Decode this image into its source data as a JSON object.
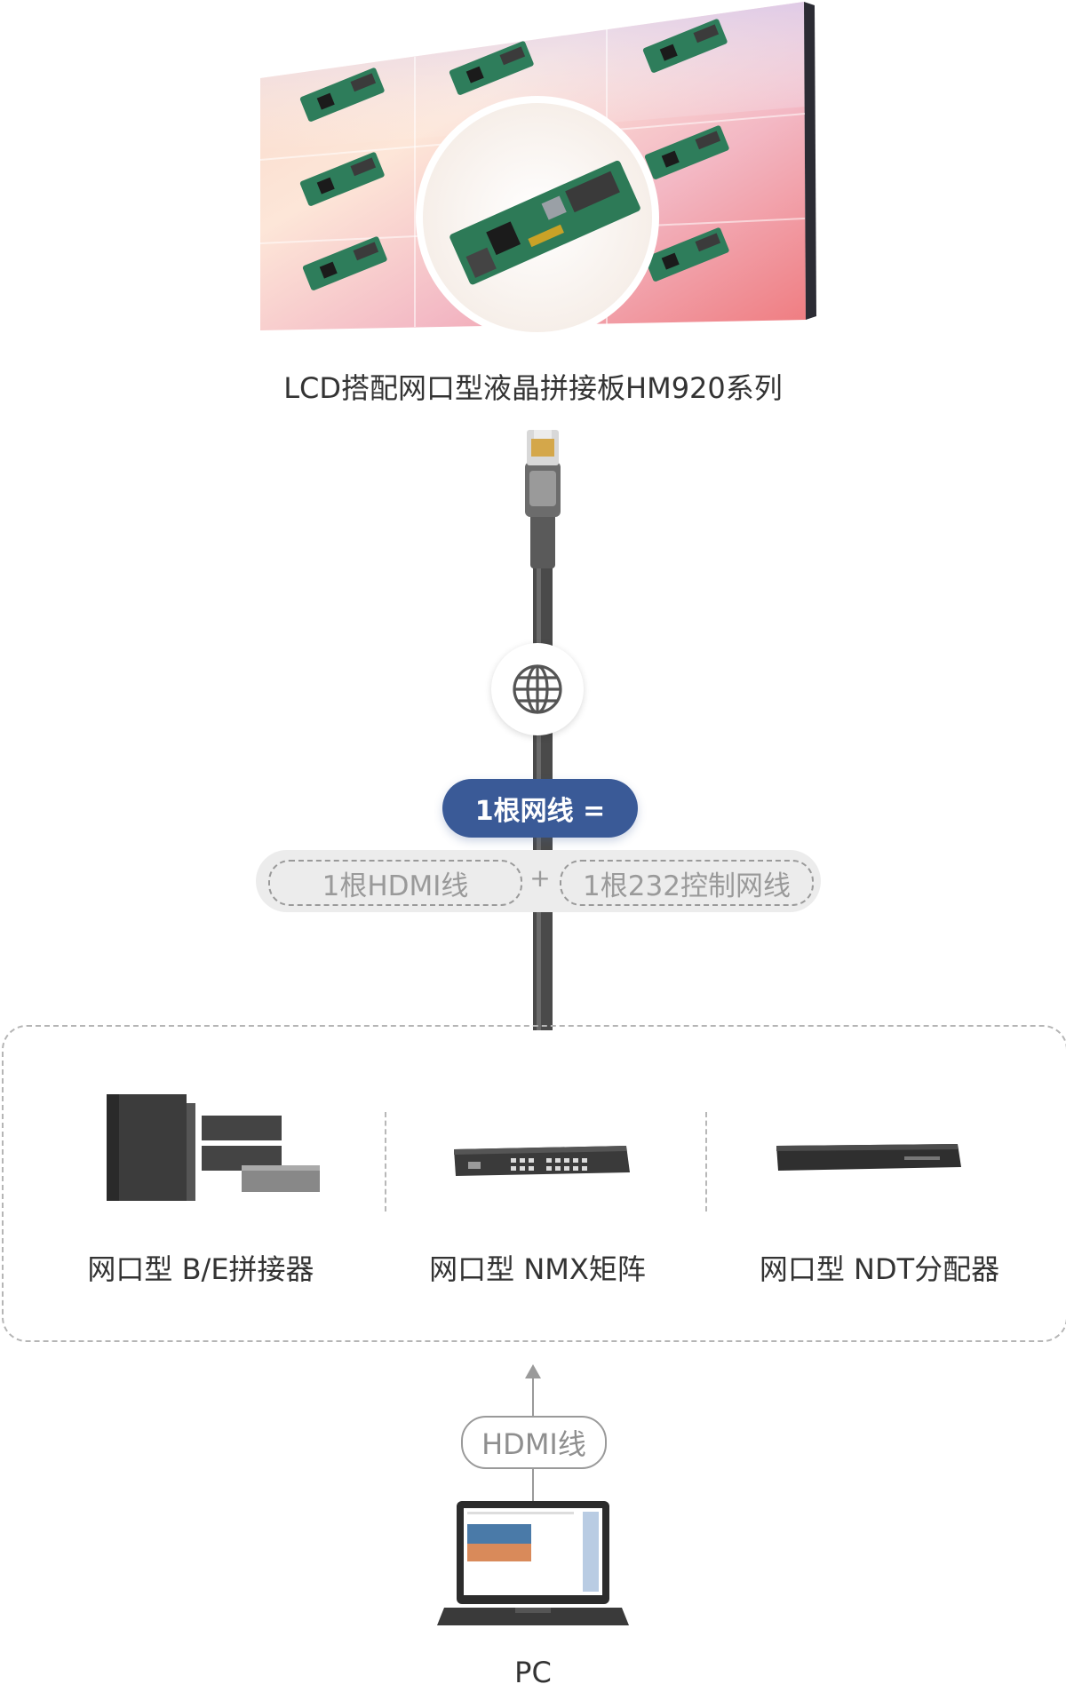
{
  "top": {
    "caption": "LCD搭配网口型液晶拼接板HM920系列"
  },
  "cable": {
    "icon": "globe-icon",
    "main_label": "1根网线 =",
    "equivalents": {
      "left": "1根HDMI线",
      "plus": "+",
      "right": "1根232控制网线"
    }
  },
  "devices": [
    {
      "label": "网口型 B/E拼接器",
      "icon": "splicer-device-image"
    },
    {
      "label": "网口型 NMX矩阵",
      "icon": "matrix-device-image"
    },
    {
      "label": "网口型 NDT分配器",
      "icon": "distributor-device-image"
    }
  ],
  "link": {
    "label": "HDMI线",
    "icon": "arrow-up-icon"
  },
  "pc": {
    "label": "PC",
    "icon": "laptop-image"
  },
  "colors": {
    "accent": "#3a5a97",
    "cable": "#4a4a4a",
    "dashed": "#b5b5b5"
  }
}
